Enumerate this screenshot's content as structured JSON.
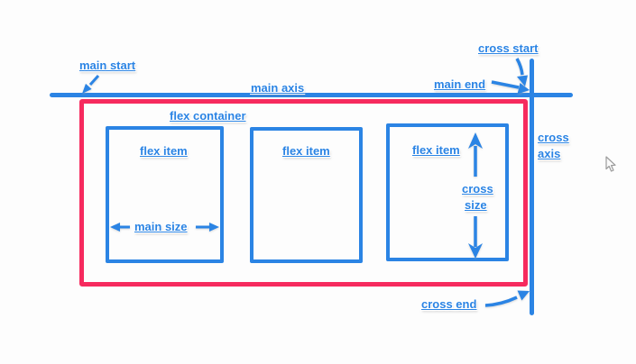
{
  "colors": {
    "blue": "#2b84e4",
    "pink": "#f62a5e",
    "background": "#fdfdfd"
  },
  "annotations": {
    "main_start": "main start",
    "main_axis": "main axis",
    "main_end": "main end",
    "cross_start": "cross start",
    "cross_axis": [
      "cross",
      "axis"
    ],
    "cross_end": "cross end"
  },
  "container": {
    "label": "flex container",
    "items": [
      {
        "label": "flex item",
        "size_label": "main size"
      },
      {
        "label": "flex item"
      },
      {
        "label": "flex item",
        "size_label": [
          "cross",
          "size"
        ]
      }
    ]
  }
}
